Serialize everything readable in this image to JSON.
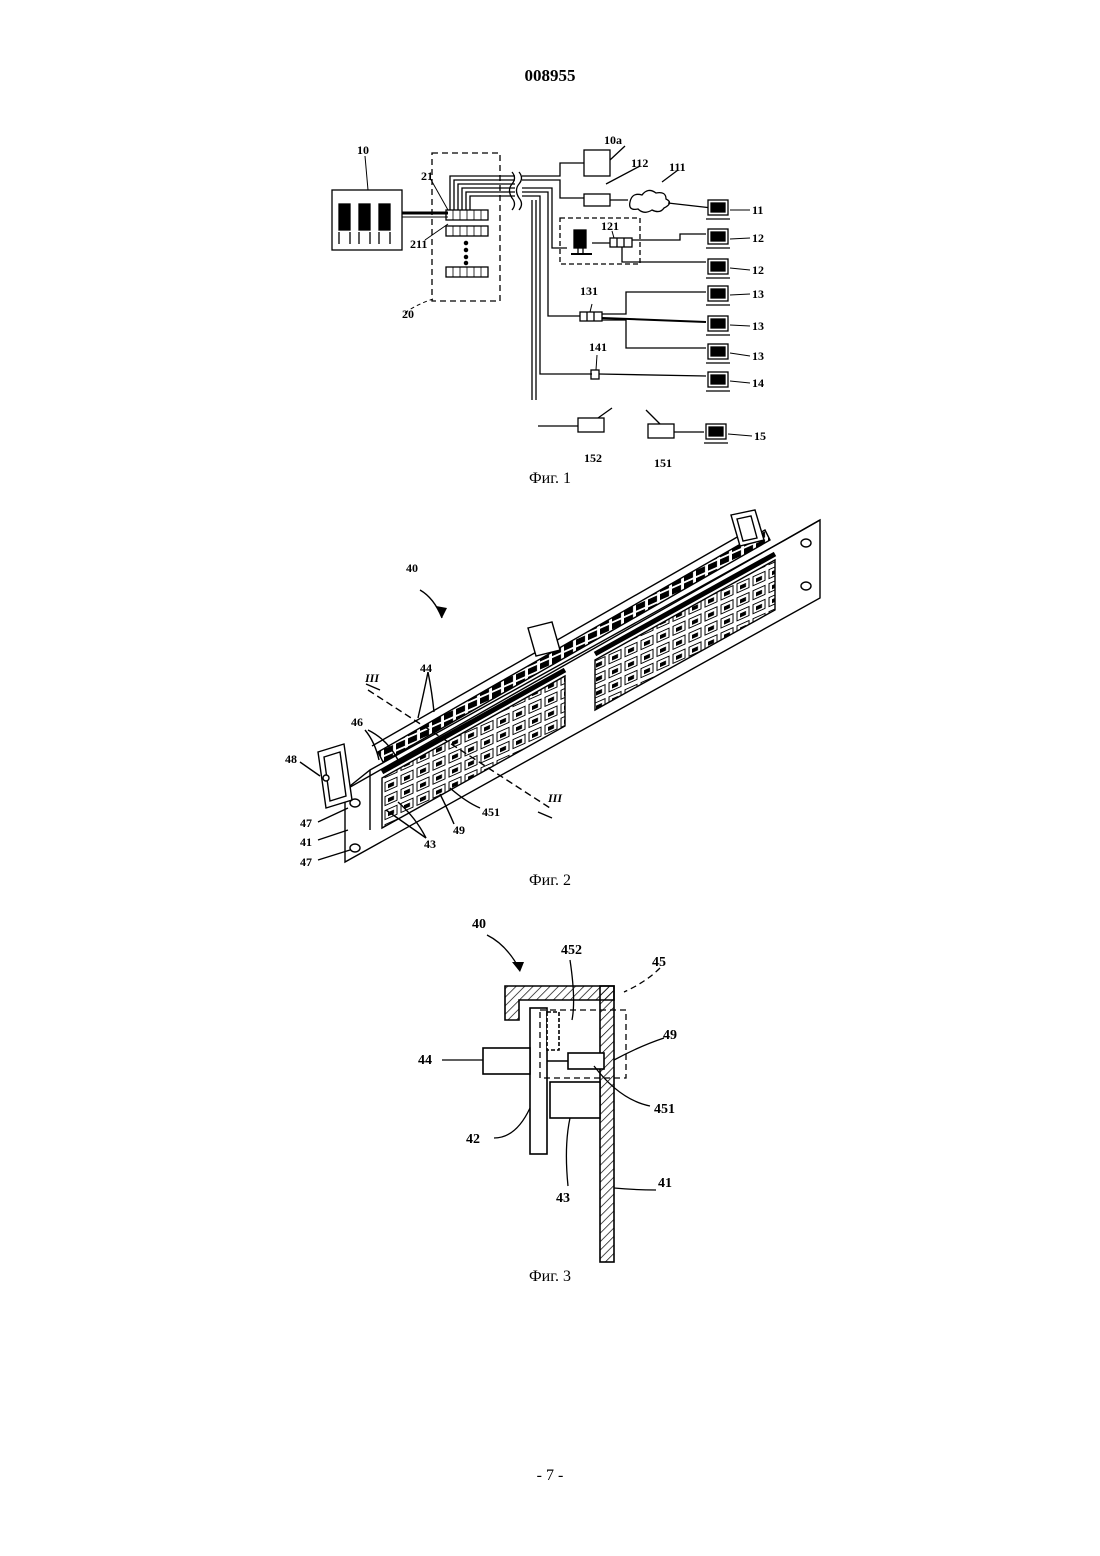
{
  "document_number": "008955",
  "figures": {
    "fig1": {
      "caption": "Фиг. 1",
      "labels": {
        "l10": "10",
        "l10a": "10a",
        "l112": "112",
        "l111": "111",
        "l21": "21",
        "l211": "211",
        "l20": "20",
        "l121": "121",
        "l131": "131",
        "l141": "141",
        "l11": "11",
        "l12a": "12",
        "l12b": "12",
        "l13a": "13",
        "l13b": "13",
        "l13c": "13",
        "l14": "14",
        "l15": "15",
        "l152": "152",
        "l151": "151"
      }
    },
    "fig2": {
      "caption": "Фиг. 2",
      "labels": {
        "l40": "40",
        "l44": "44",
        "l46": "46",
        "l48": "48",
        "l47a": "47",
        "l41": "41",
        "l47b": "47",
        "l43": "43",
        "l49": "49",
        "l451": "451",
        "l3a": "III",
        "l3b": "III"
      }
    },
    "fig3": {
      "caption": "Фиг. 3",
      "labels": {
        "l40": "40",
        "l452": "452",
        "l45": "45",
        "l44": "44",
        "l49": "49",
        "l451": "451",
        "l42": "42",
        "l43": "43",
        "l41": "41"
      }
    }
  },
  "page_number": "- 7 -"
}
